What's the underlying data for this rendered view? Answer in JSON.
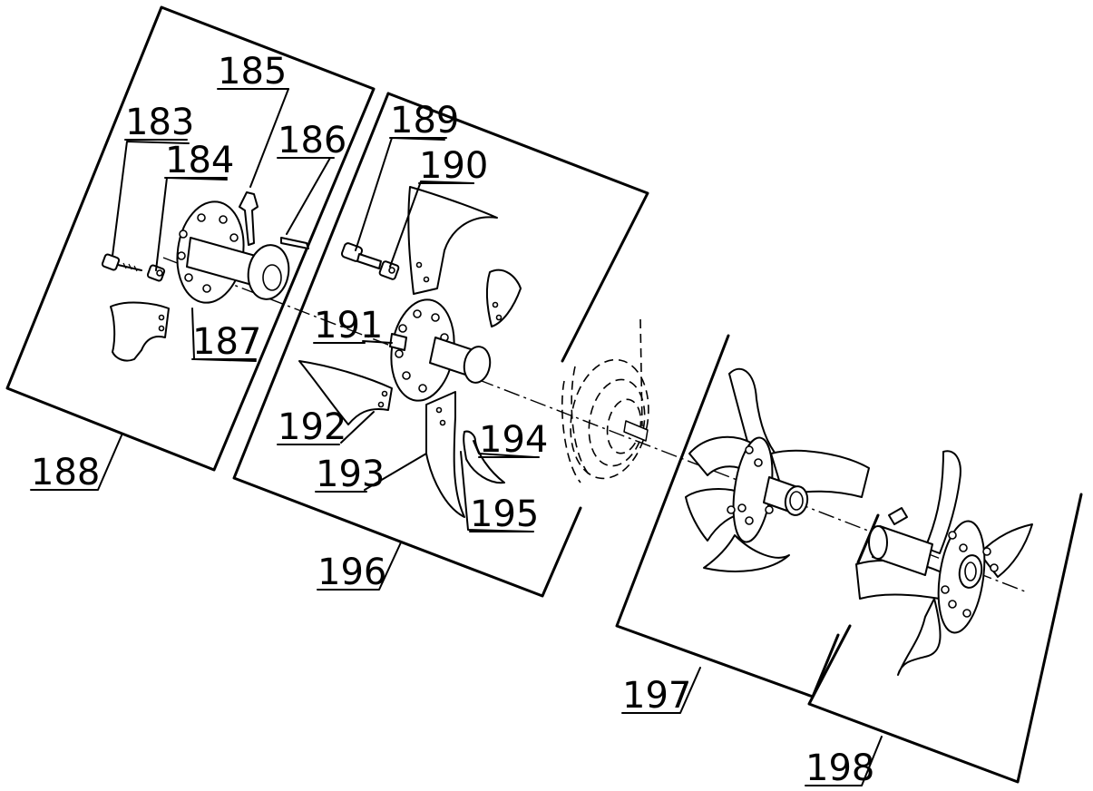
{
  "labels": {
    "p183": "183",
    "p184": "184",
    "p185": "185",
    "p186": "186",
    "p187": "187",
    "p188": "188",
    "p189": "189",
    "p190": "190",
    "p191": "191",
    "p192": "192",
    "p193": "193",
    "p194": "194",
    "p195": "195",
    "p196": "196",
    "p197": "197",
    "p198": "198"
  }
}
